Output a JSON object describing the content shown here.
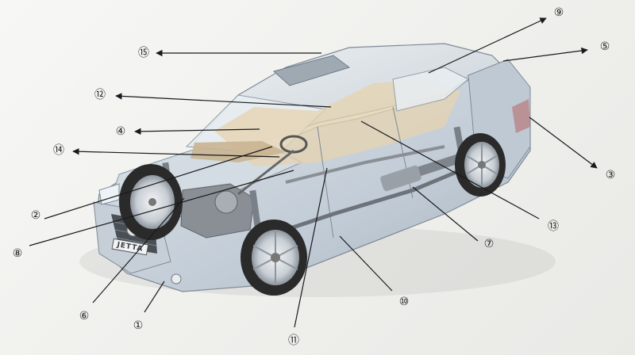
{
  "diagram": {
    "badge_text": "JETTA",
    "colors": {
      "body": "#c9d3dc",
      "body_dark": "#9aa7b3",
      "interior": "#e6d3b0",
      "mechanical": "#8a8f96",
      "tire": "#2a2a2a",
      "rim": "#d9dde1",
      "leader": "#1a1a1a"
    },
    "callouts": [
      {
        "id": "c1",
        "label": "①"
      },
      {
        "id": "c2",
        "label": "②"
      },
      {
        "id": "c3",
        "label": "③"
      },
      {
        "id": "c4",
        "label": "④"
      },
      {
        "id": "c5",
        "label": "⑤"
      },
      {
        "id": "c6",
        "label": "⑥"
      },
      {
        "id": "c7",
        "label": "⑦"
      },
      {
        "id": "c8",
        "label": "⑧"
      },
      {
        "id": "c9",
        "label": "⑨"
      },
      {
        "id": "c10",
        "label": "⑩"
      },
      {
        "id": "c11",
        "label": "⑪"
      },
      {
        "id": "c12",
        "label": "⑫"
      },
      {
        "id": "c13",
        "label": "⑬"
      },
      {
        "id": "c14",
        "label": "⑭"
      },
      {
        "id": "c15",
        "label": "⑮"
      }
    ]
  }
}
